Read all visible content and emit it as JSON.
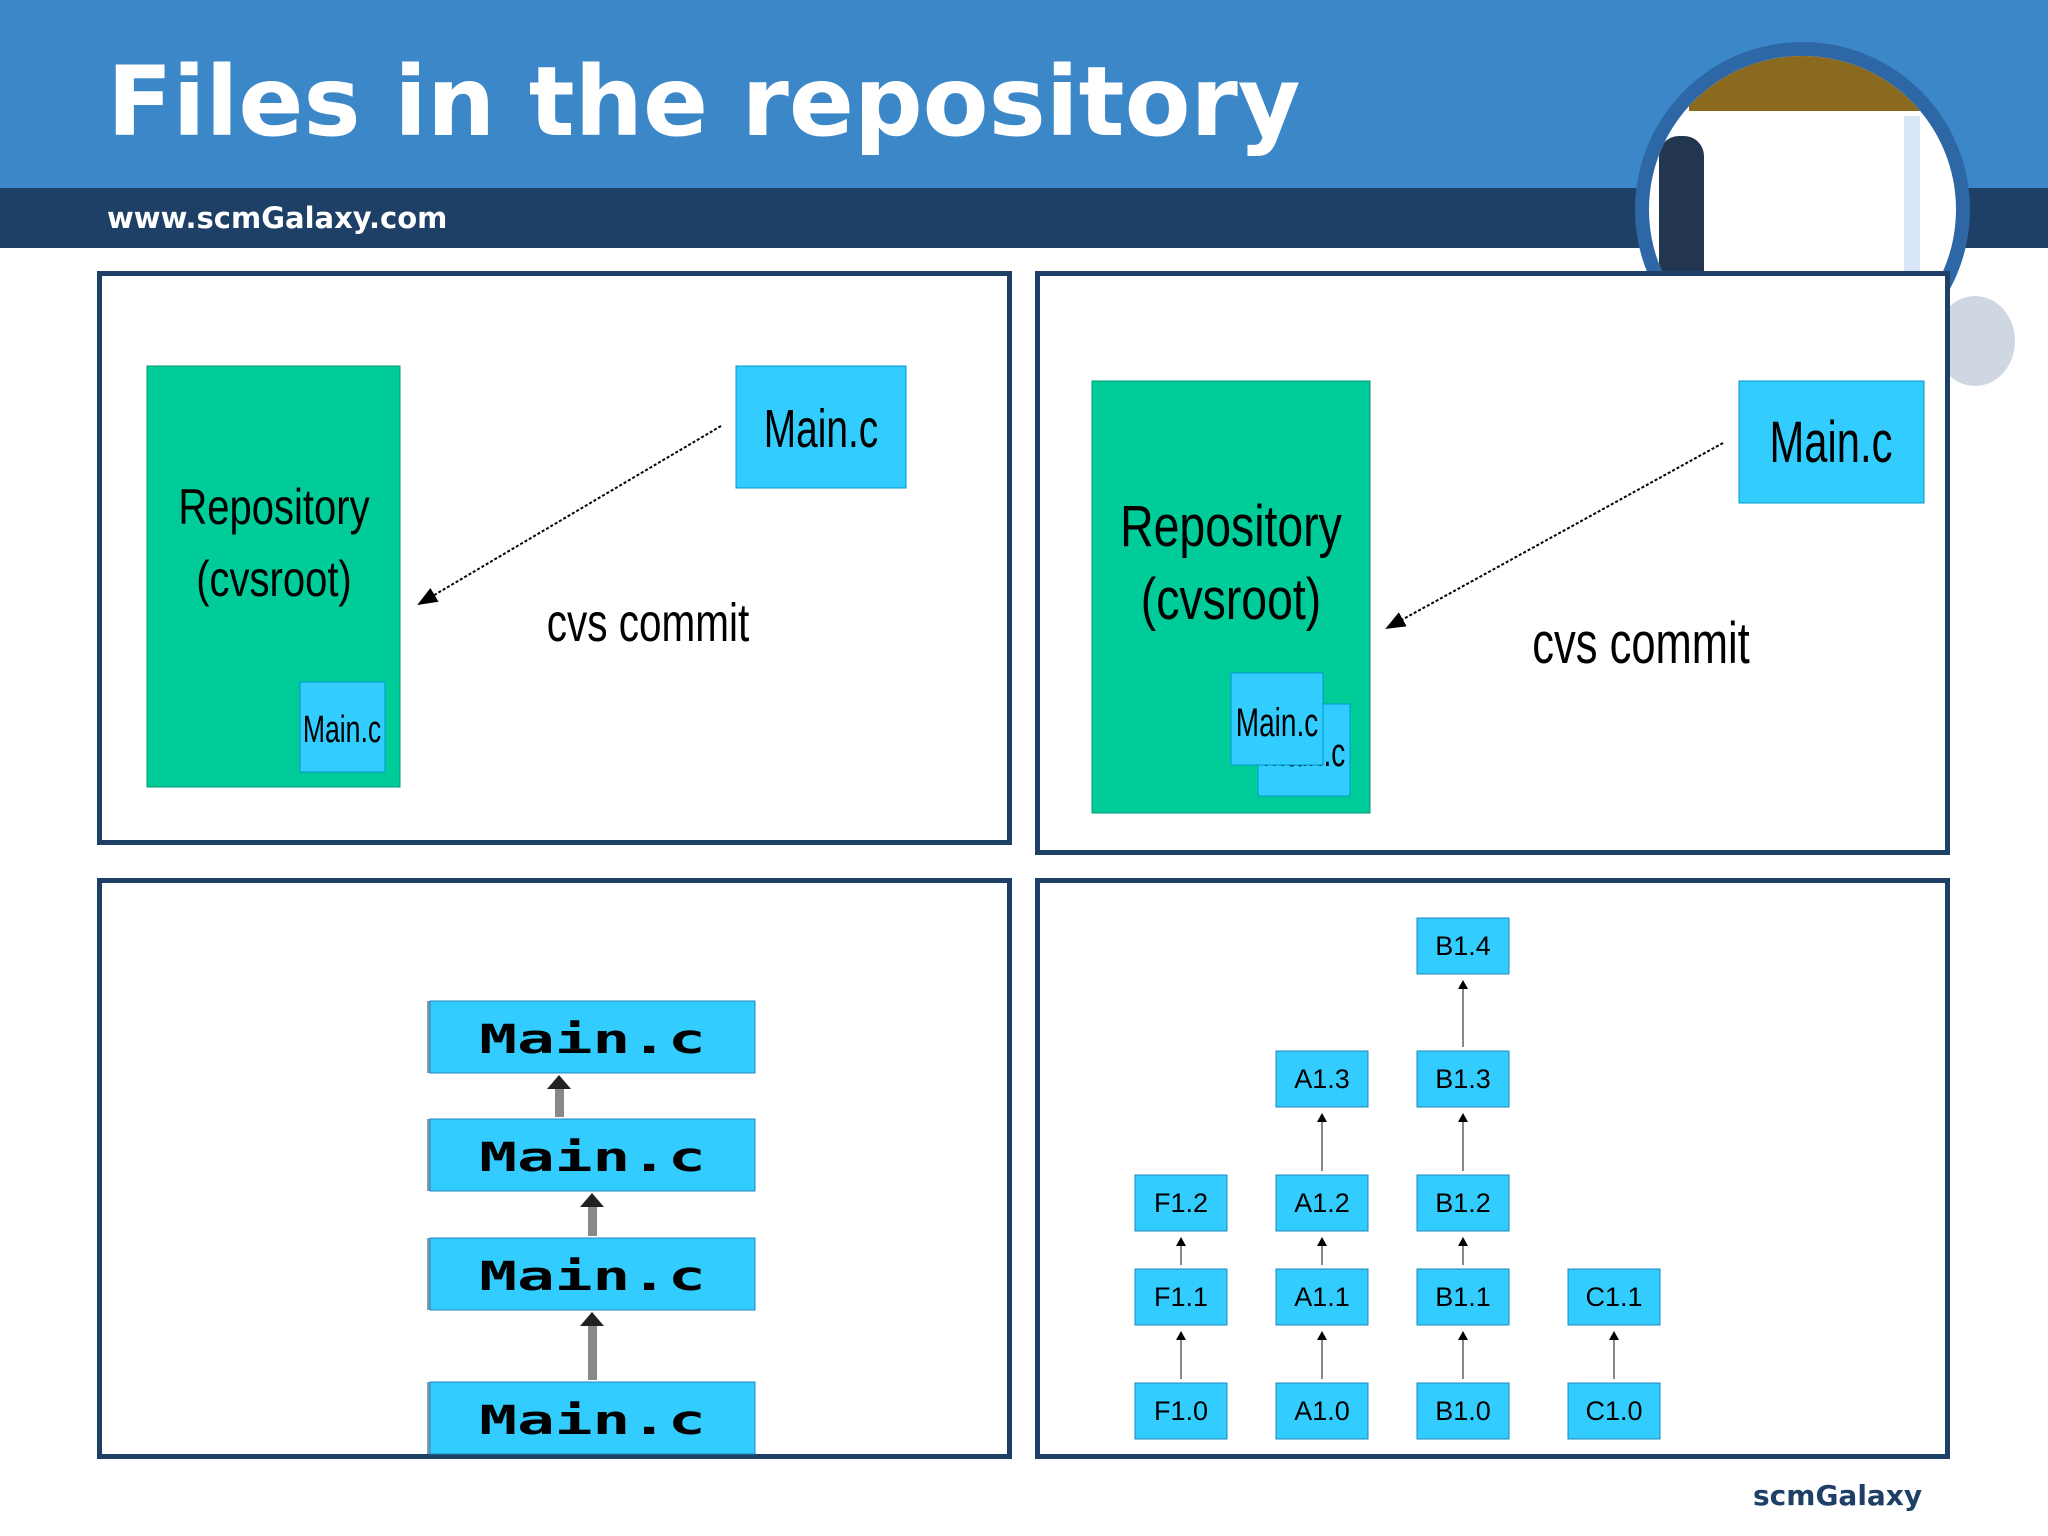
{
  "header": {
    "title": "Files in the repository",
    "url": "www.scmGalaxy.com"
  },
  "footer": {
    "brand": "scmGalaxy"
  },
  "colors": {
    "repo": "#00cc99",
    "file": "#33ccff",
    "border": "#1e3f66",
    "header": "#3c87c8"
  },
  "panel_commit_1": {
    "repo_line1": "Repository",
    "repo_line2": "(cvsroot)",
    "repo_file": "Main.c",
    "working_file": "Main.c",
    "command": "cvs commit"
  },
  "panel_commit_2": {
    "repo_line1": "Repository",
    "repo_line2": "(cvsroot)",
    "repo_file_back": "Main.c",
    "repo_file_front": "Main.c",
    "working_file": "Main.c",
    "command": "cvs commit"
  },
  "panel_revisions": {
    "labels": [
      "Main.c",
      "Main.c",
      "Main.c",
      "Main.c"
    ]
  },
  "panel_branches": {
    "branches": [
      {
        "name": "F",
        "revisions": [
          "F1.0",
          "F1.1",
          "F1.2"
        ]
      },
      {
        "name": "A",
        "revisions": [
          "A1.0",
          "A1.1",
          "A1.2",
          "A1.3"
        ]
      },
      {
        "name": "B",
        "revisions": [
          "B1.0",
          "B1.1",
          "B1.2",
          "B1.3",
          "B1.4"
        ]
      },
      {
        "name": "C",
        "revisions": [
          "C1.0",
          "C1.1"
        ]
      }
    ]
  }
}
